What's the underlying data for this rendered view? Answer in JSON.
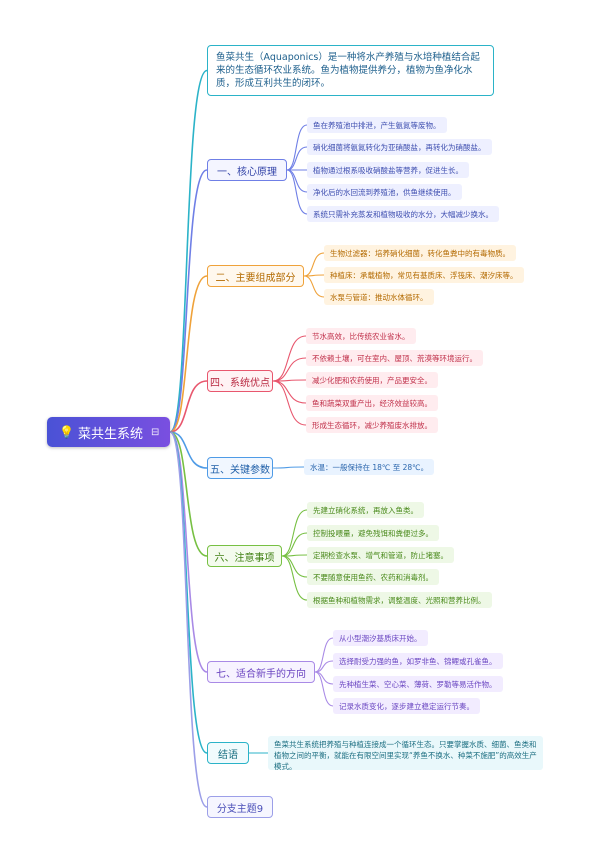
{
  "root": {
    "title": "菜共生系统",
    "icon": "lightbulb-icon",
    "note_icon": "note-icon",
    "note_glyph": "⊟"
  },
  "intro": "鱼菜共生（Aquaponics）是一种将水产养殖与水培种植结合起来的生态循环农业系统。鱼为植物提供养分，植物为鱼净化水质，形成互利共生的闭环。",
  "branches": [
    {
      "title": "一、核心原理",
      "leaves": [
        "鱼在养殖池中排泄，产生氨氮等废物。",
        "硝化细菌将氨氮转化为亚硝酸盐，再转化为硝酸盐。",
        "植物通过根系吸收硝酸盐等营养，促进生长。",
        "净化后的水回流到养殖池，供鱼继续使用。",
        "系统只需补充蒸发和植物吸收的水分，大幅减少换水。"
      ]
    },
    {
      "title": "二、主要组成部分",
      "leaves": [
        "生物过滤器：培养硝化细菌，转化鱼粪中的有毒物质。",
        "种植床：承载植物，常见有基质床、浮筏床、潮汐床等。",
        "水泵与管道：推动水体循环。"
      ]
    },
    {
      "title": "四、系统优点",
      "leaves": [
        "节水高效，比传统农业省水。",
        "不依赖土壤，可在室内、屋顶、荒漠等环境运行。",
        "减少化肥和农药使用，产品更安全。",
        "鱼和蔬菜双重产出，经济效益较高。",
        "形成生态循环，减少养殖废水排放。"
      ]
    },
    {
      "title": "五、关键参数",
      "leaves": [
        "水温：一般保持在 18℃ 至 28℃。"
      ]
    },
    {
      "title": "六、注意事项",
      "leaves": [
        "先建立硝化系统，再放入鱼类。",
        "控制投喂量，避免残饵和粪便过多。",
        "定期检查水泵、增气和管道，防止堵塞。",
        "不要随意使用鱼药、农药和消毒剂。",
        "根据鱼种和植物需求，调整温度、光照和营养比例。"
      ]
    },
    {
      "title": "七、适合新手的方向",
      "leaves": [
        "从小型潮汐基质床开始。",
        "选择耐受力强的鱼，如罗非鱼、锦鲤或孔雀鱼。",
        "先种植生菜、空心菜、薄荷、罗勒等易活作物。",
        "记录水质变化，逐步建立稳定运行节奏。"
      ]
    },
    {
      "title": "结语",
      "leaves": [
        "鱼菜共生系统把养殖与种植连接成一个循环生态。只要掌握水质、细菌、鱼类和植物之间的平衡，就能在有限空间里实现“养鱼不换水、种菜不施肥”的高效生产模式。"
      ]
    },
    {
      "title": "分支主题9",
      "leaves": []
    }
  ],
  "colors": {
    "intro": "#2bb3c8",
    "blue": "#6f7fe6",
    "orange": "#efa23a",
    "red": "#e8576e",
    "sky": "#4f9be6",
    "green": "#77c043",
    "purple": "#a98ae6",
    "teal": "#2bb3c8",
    "violet": "#9c9fe8"
  }
}
